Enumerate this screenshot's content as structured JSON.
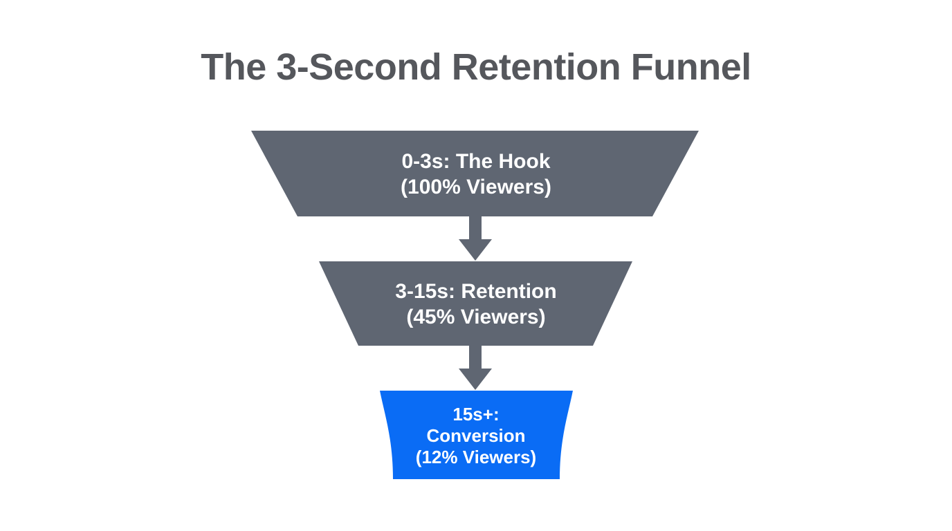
{
  "title": "The 3-Second Retention Funnel",
  "colors": {
    "funnel_gray": "#5f6672",
    "funnel_blue": "#0a6cf5",
    "arrow_gray": "#5f6672",
    "title_text": "#55575c",
    "stage_text": "#ffffff",
    "background": "#ffffff"
  },
  "stages": [
    {
      "id": "hook",
      "time_range": "0-3s",
      "name": "The Hook",
      "viewers_pct": 100,
      "lines": [
        "0-3s: The Hook",
        "(100% Viewers)"
      ]
    },
    {
      "id": "retention",
      "time_range": "3-15s",
      "name": "Retention",
      "viewers_pct": 45,
      "lines": [
        "3-15s: Retention",
        "(45% Viewers)"
      ]
    },
    {
      "id": "conversion",
      "time_range": "15s+",
      "name": "Conversion",
      "viewers_pct": 12,
      "lines": [
        "15s+:",
        "Conversion",
        "(12% Viewers)"
      ]
    }
  ],
  "chart_data": {
    "type": "funnel",
    "title": "The 3-Second Retention Funnel",
    "categories": [
      "0-3s: The Hook",
      "3-15s: Retention",
      "15s+: Conversion"
    ],
    "values": [
      100,
      45,
      12
    ],
    "unit": "% Viewers",
    "segment_colors": [
      "#5f6672",
      "#5f6672",
      "#0a6cf5"
    ],
    "orientation": "top-down",
    "legend": "none"
  }
}
